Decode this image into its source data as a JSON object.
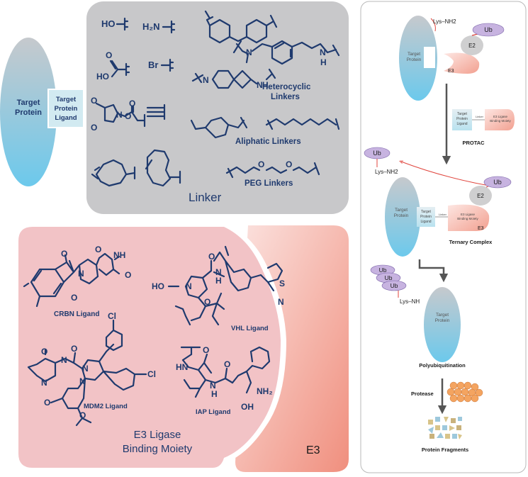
{
  "target_protein": {
    "label_line1": "Target",
    "label_line2": "Protein"
  },
  "target_protein_ligand": {
    "line1": "Target",
    "line2": "Protein",
    "line3": "Ligand"
  },
  "linker_panel": {
    "title": "Linker",
    "groups": {
      "OH": "HO",
      "NH2": "H₂N",
      "Br": "Br",
      "acid_O": "O",
      "acid_HO": "HO",
      "nhs_O1": "O",
      "nhs_N": "N",
      "nhs_O2": "O",
      "nhs_O3": "O",
      "nhs_O4": "O",
      "dimethyl_N": "N",
      "amine_NH": "N",
      "amine_H": "H",
      "spiro_N": "N",
      "spiro_NH": "N",
      "spiro_H": "H",
      "peg_O1": "O",
      "peg_O2": "O"
    },
    "heterocyclic": {
      "line1": "Heterocyclic",
      "line2": "Linkers"
    },
    "aliphatic": "Aliphatic Linkers",
    "peg": "PEG  Linkers"
  },
  "e3_panel": {
    "title_line1": "E3 Ligase",
    "title_line2": "Binding Moiety",
    "e3_label": "E3",
    "crbn": {
      "label": "CRBN Ligand",
      "atoms": [
        "O",
        "O",
        "N",
        "NH",
        "O",
        "O"
      ]
    },
    "vhl": {
      "label": "VHL Ligand",
      "atoms": [
        "HO",
        "N",
        "O",
        "O",
        "N",
        "H",
        "S",
        "N"
      ]
    },
    "mdm2": {
      "label": "MDM2 Ligand",
      "atoms": [
        "O",
        "N",
        "N",
        "O",
        "N",
        "N",
        "Cl",
        "Cl",
        "O",
        "O"
      ]
    },
    "iap": {
      "label": "IAP Ligand",
      "atoms": [
        "HN",
        "O",
        "N",
        "H",
        "O",
        "NH₂",
        "OH"
      ]
    }
  },
  "mechanism": {
    "ub": "Ub",
    "e2": "E2",
    "e3": "E3",
    "lys_nh2": "Lys–NH2",
    "lys_nh": "Lys–NH",
    "target_line1": "Target",
    "target_line2": "Protein",
    "ligand_line1": "Target",
    "ligand_line2": "Protein",
    "ligand_line3": "Ligand",
    "linker": "Linker",
    "e3bm_line1": "E3 Ligase",
    "e3bm_line2": "Binding Moiety",
    "protac": "PROTAC",
    "ternary": "Ternary Complex",
    "polyub": "Polyubiquitination",
    "protease": "Protease",
    "fragments": "Protein Fragments"
  },
  "colors": {
    "navy": "#1f3a6e",
    "linker_panel": "#c8c8ca",
    "e3_panel": "#f2c3c6",
    "e3_gradient_end": "#f08f7e",
    "ub": "#c7b3e0",
    "arrow_red": "#e0443c"
  }
}
